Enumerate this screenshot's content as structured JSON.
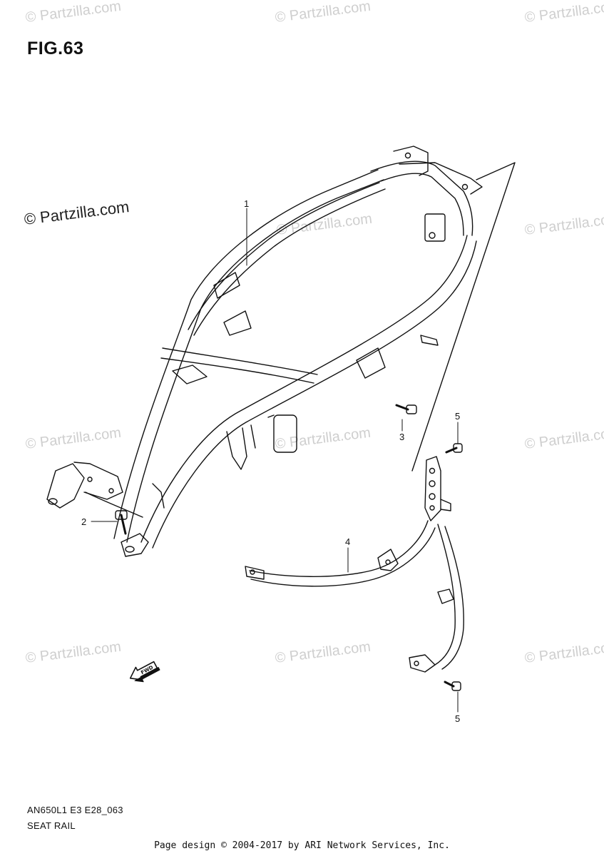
{
  "figure": {
    "title": "FIG.63",
    "model_code": "AN650L1 E3 E28_063",
    "part_group": "SEAT RAIL"
  },
  "callouts": [
    {
      "id": "c1",
      "label": "1"
    },
    {
      "id": "c2",
      "label": "2"
    },
    {
      "id": "c3",
      "label": "3"
    },
    {
      "id": "c4",
      "label": "4"
    },
    {
      "id": "c5a",
      "label": "5"
    },
    {
      "id": "c5b",
      "label": "5"
    }
  ],
  "direction_badge": "FWD",
  "watermark": {
    "text": "© Partzilla.com",
    "color": "#cfcfcf",
    "strong_color": "#222222"
  },
  "footer": "Page design © 2004-2017 by ARI Network Services, Inc.",
  "colors": {
    "line": "#111111",
    "background": "#ffffff"
  }
}
